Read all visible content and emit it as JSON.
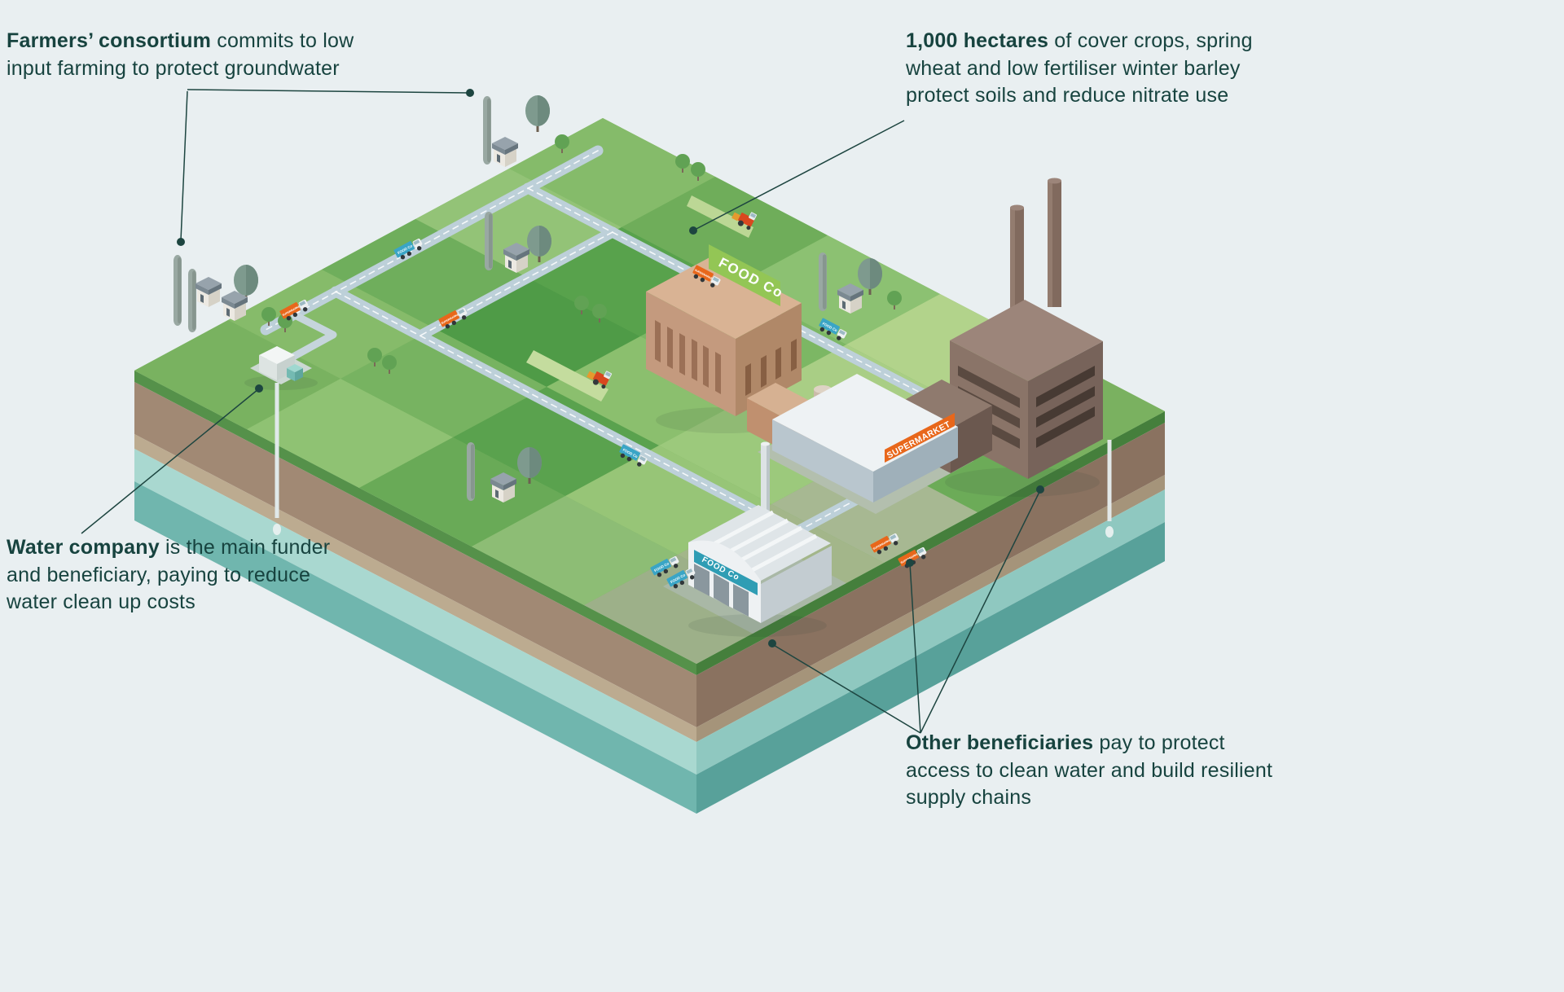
{
  "annotations": {
    "farmers": {
      "bold": "Farmers’ consortium",
      "rest": " commits to low input farming to protect groundwater"
    },
    "hectares": {
      "bold": "1,000 hectares",
      "rest": " of cover crops, spring wheat and low fertiliser winter barley protect soils and reduce nitrate use"
    },
    "water": {
      "bold": "Water company",
      "rest": " is the main funder and beneficiary, paying to reduce water clean up costs"
    },
    "other": {
      "bold": "Other beneficiaries",
      "rest": " pay to protect access to clean water and build resilient supply chains"
    }
  },
  "labels": {
    "food_co_factory_sign": "FOOD Co",
    "food_co_warehouse_sign": "FOOD Co",
    "supermarket_sign": "SUPERMARKET",
    "truck_supermarket": "SUPERMARKET",
    "truck_food_co": "FOOD Co"
  },
  "palette": {
    "background": "#e9eff1",
    "text": "#17433f",
    "leader_line": "#1d4540",
    "road": "#bdd0d9",
    "field_green": "#7cb563",
    "soil_brown": "#a18974",
    "water_light": "#a9d8d0",
    "water_deep": "#70b6ae",
    "accent_orange": "#e8671b",
    "accent_blue": "#3aa5c6",
    "sign_green": "#93c655"
  }
}
